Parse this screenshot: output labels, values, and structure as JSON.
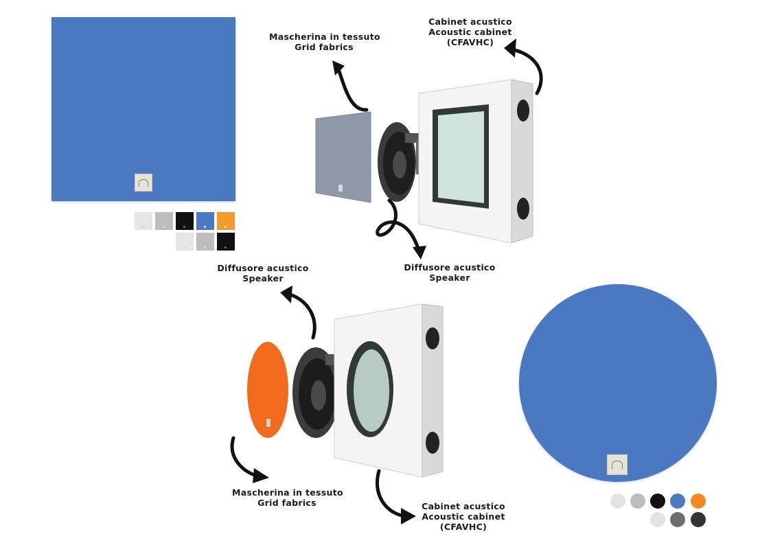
{
  "labels": {
    "top_grid": {
      "line1": "Mascherina in tessuto",
      "line2": "Grid fabrics"
    },
    "top_cabinet": {
      "line1": "Cabinet acustico",
      "line2": "Acoustic cabinet",
      "line3": "(CFAVHC)"
    },
    "top_speaker": {
      "line1": "Diffusore acustico",
      "line2": "Speaker"
    },
    "bottom_speaker": {
      "line1": "Diffusore acustico",
      "line2": "Speaker"
    },
    "bottom_grid": {
      "line1": "Mascherina in tessuto",
      "line2": "Grid fabrics"
    },
    "bottom_cabinet": {
      "line1": "Cabinet acustico",
      "line2": "Acoustic cabinet",
      "line3": "(CFAVHC)"
    }
  },
  "colors": {
    "square_panel": "#4a79c2",
    "round_panel": "#4a79c2",
    "round_grid": "#f26a1b"
  },
  "square_swatches_row1": [
    "#e6e6e6",
    "#bdbdbd",
    "#111111",
    "#4a79c2",
    "#f39a2e"
  ],
  "square_swatches_row2": [
    "#e6e6e6",
    "#bdbdbd",
    "#111111"
  ],
  "round_swatches_row1": [
    "#e3e3e3",
    "#bdbdbd",
    "#111111",
    "#4a79c2",
    "#f28a22"
  ],
  "round_swatches_row2": [
    "#e3e3e3",
    "#6e6e6e",
    "#333333"
  ]
}
